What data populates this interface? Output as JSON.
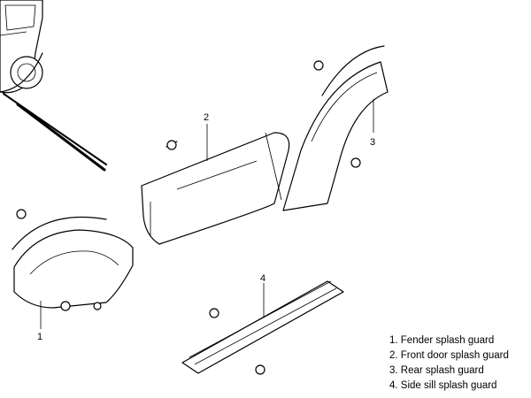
{
  "callouts": {
    "c1": "1",
    "c2": "2",
    "c3": "3",
    "c4": "4"
  },
  "legend": [
    "1. Fender splash guard",
    "2. Front door splash guard",
    "3. Rear splash guard",
    "4. Side sill splash guard"
  ]
}
